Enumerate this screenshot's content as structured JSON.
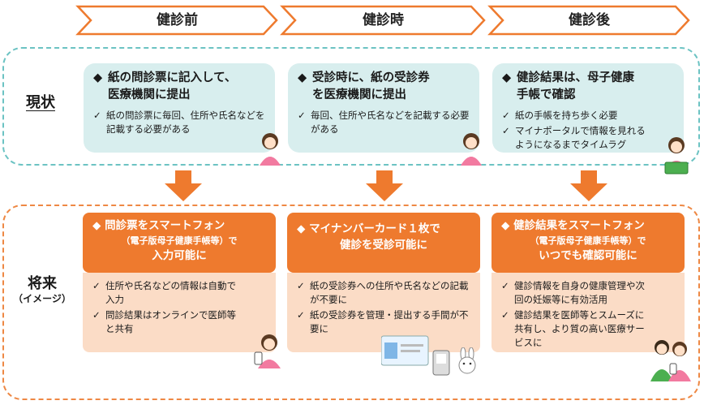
{
  "steps": [
    {
      "label": "健診前"
    },
    {
      "label": "健診時"
    },
    {
      "label": "健診後"
    }
  ],
  "rows": {
    "current": {
      "label": "現状"
    },
    "future": {
      "label": "将来",
      "sublabel": "（イメージ）"
    }
  },
  "current": [
    {
      "title_lines": [
        "紙の問診票に記入して、",
        "医療機関に提出"
      ],
      "bullets": [
        "紙の問診票に毎回、住所や氏名などを記載する必要がある"
      ]
    },
    {
      "title_lines": [
        "受診時に、紙の受診券",
        "を医療機関に提出"
      ],
      "bullets": [
        "毎回、住所や氏名などを記載する必要がある"
      ]
    },
    {
      "title_lines": [
        "健診結果は、母子健康",
        "手帳で確認"
      ],
      "bullets": [
        "紙の手帳を持ち歩く必要",
        "マイナポータルで情報を見れるようになるまでタイムラグ"
      ]
    }
  ],
  "future": [
    {
      "head_lines": [
        "問診票をスマートフォン",
        "（電子版母子健康手帳等）で",
        "入力可能に"
      ],
      "bullets": [
        "住所や氏名などの情報は自動で入力",
        "問診結果はオンラインで医師等と共有"
      ]
    },
    {
      "head_lines": [
        "マイナンバーカード１枚で",
        "健診を受診可能に"
      ],
      "bullets": [
        "紙の受診券への住所や氏名などの記載が不要に",
        "紙の受診券を管理・提出する手間が不要に"
      ]
    },
    {
      "head_lines": [
        "健診結果をスマートフォン",
        "（電子版母子健康手帳等）で",
        "いつでも確認可能に"
      ],
      "bullets": [
        "健診情報を自身の健康管理や次回の妊娠等に有効活用",
        "健診結果を医師等とスムーズに共有し、より質の高い医療サービスに"
      ]
    }
  ],
  "colors": {
    "teal_frame": "#6cc3c3",
    "teal_box": "#d8eeee",
    "orange": "#ee7a2e",
    "orange_light": "#fbdcc6",
    "orange_frame": "#ee8844"
  },
  "icons": {
    "title_marker": "◆",
    "bullet_marker": "✓",
    "flow_arrow": "orange-down-arrow-icon"
  }
}
